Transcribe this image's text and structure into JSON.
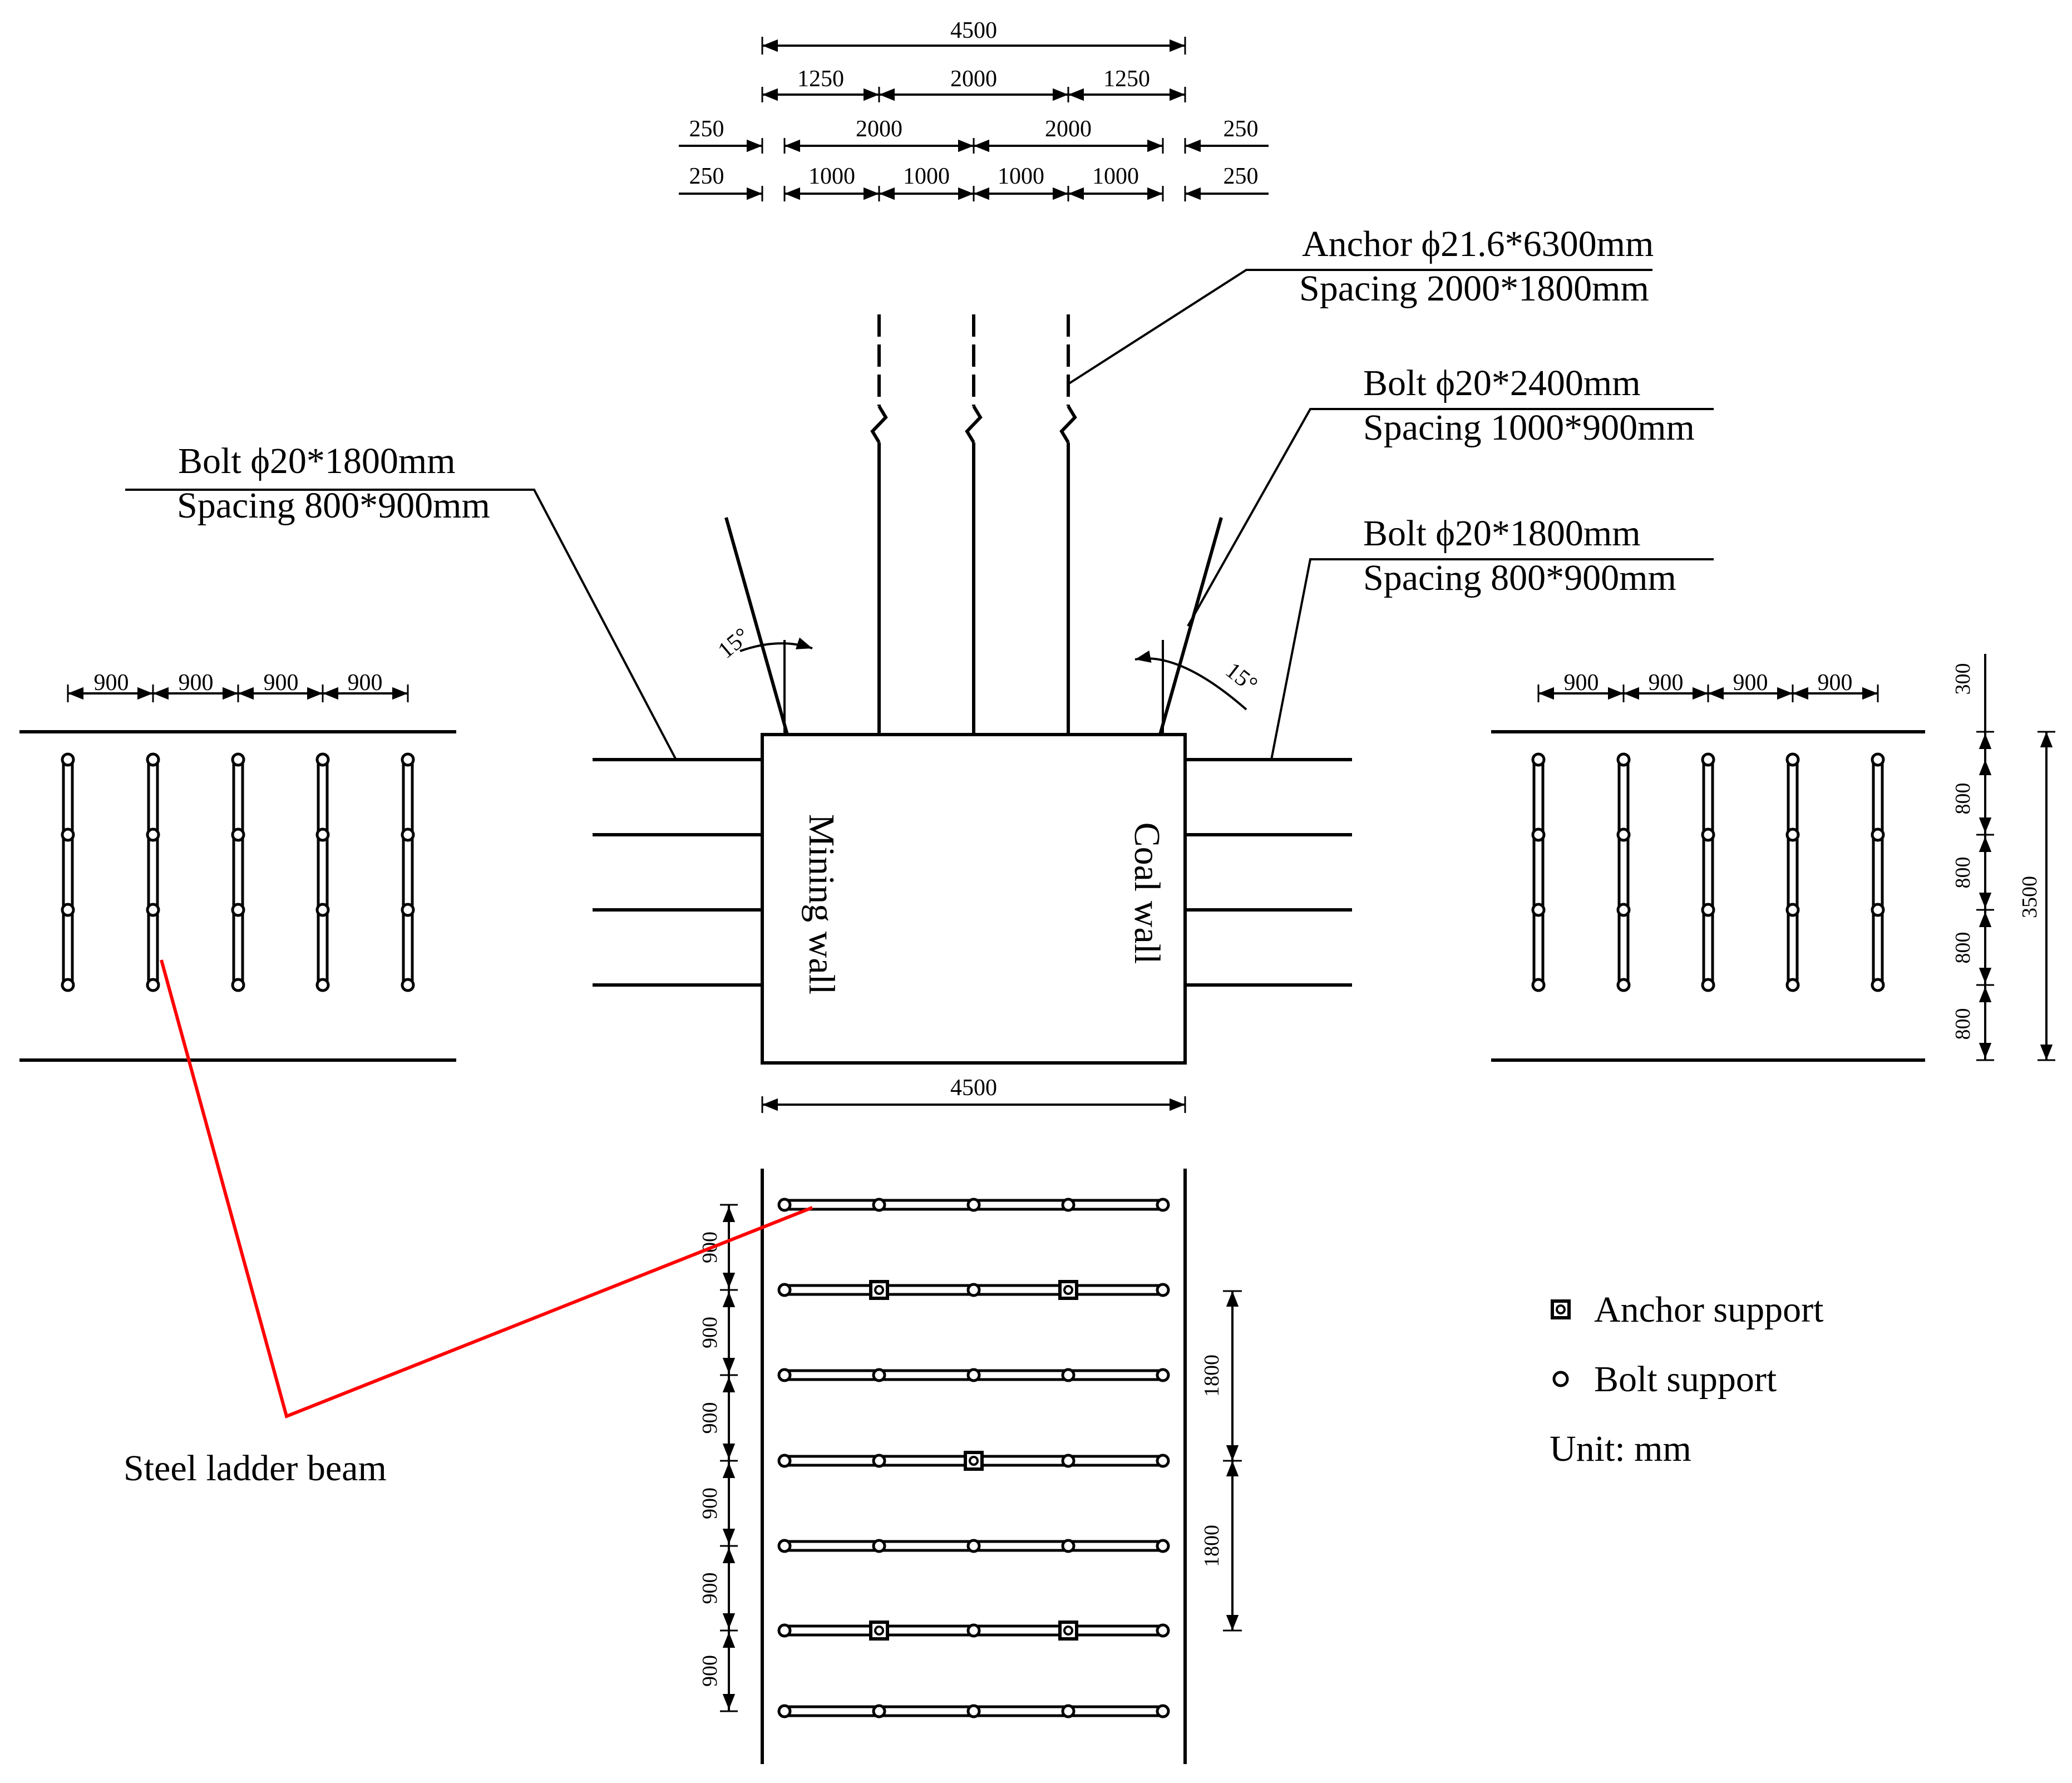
{
  "top_dims": {
    "overall": "4500",
    "row1": [
      "1250",
      "2000",
      "1250"
    ],
    "row2": [
      "250",
      "2000",
      "2000",
      "250"
    ],
    "row3": [
      "250",
      "1000",
      "1000",
      "1000",
      "1000",
      "250"
    ]
  },
  "callouts": {
    "anchor": {
      "line1": "Anchor ϕ21.6*6300mm",
      "line2": "Spacing 2000*1800mm"
    },
    "roof_bolt": {
      "line1": "Bolt ϕ20*2400mm",
      "line2": "Spacing 1000*900mm"
    },
    "coal_side_bolt": {
      "line1": "Bolt ϕ20*1800mm",
      "line2": "Spacing 800*900mm"
    },
    "mining_side_bolt": {
      "line1": "Bolt ϕ20*1800mm",
      "line2": "Spacing 800*900mm"
    }
  },
  "angles": {
    "left": "15°",
    "right": "15°"
  },
  "section": {
    "left_wall": "Mining wall",
    "right_wall": "Coal wall",
    "width_dim": "4500"
  },
  "left_panel": {
    "spacing_dims": [
      "900",
      "900",
      "900",
      "900"
    ]
  },
  "right_panel": {
    "spacing_dims": [
      "900",
      "900",
      "900",
      "900"
    ],
    "vertical_dims": [
      "300",
      "800",
      "800",
      "800",
      "800"
    ],
    "height_dim": "3500"
  },
  "plan": {
    "row_dims": [
      "900",
      "900",
      "900",
      "900",
      "900",
      "900"
    ],
    "anchor_dims": [
      "1800",
      "1800"
    ]
  },
  "beam_label": "Steel ladder beam",
  "legend": {
    "anchor": "Anchor support",
    "bolt": "Bolt support",
    "unit": "Unit: mm"
  },
  "colors": {
    "line": "#000000",
    "leader_highlight": "#ff0000",
    "background": "#ffffff"
  }
}
